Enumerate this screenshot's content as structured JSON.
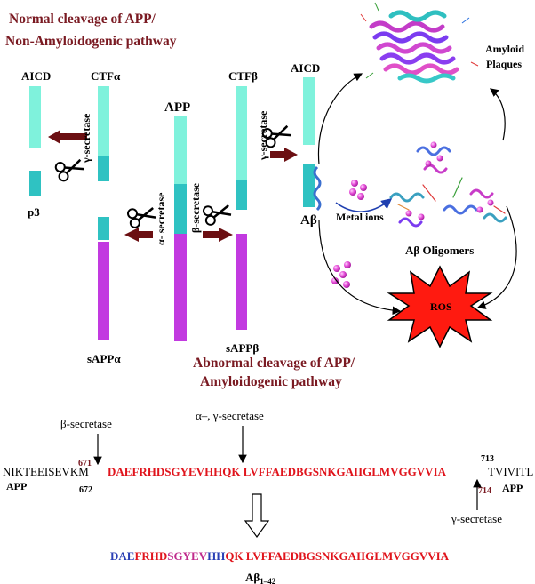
{
  "titles": {
    "normal_line1": "Normal cleavage of APP/",
    "normal_line2": "Non-Amyloidogenic pathway",
    "abnormal_line1": "Abnormal cleavage of APP/",
    "abnormal_line2": "Amyloidogenic pathway"
  },
  "labels": {
    "aicd_left": "AICD",
    "ctf_alpha": "CTFα",
    "p3": "p3",
    "app": "APP",
    "ctf_beta": "CTFβ",
    "aicd_right": "AICD",
    "abeta": "Aβ",
    "sapp_alpha": "sAPPα",
    "sapp_beta": "sAPPβ",
    "gamma_left": "γ-secretase",
    "alpha_sec": "α- secretase",
    "beta_sec": "β-secretase",
    "gamma_right": "γ-secretase",
    "metal_ions": "Metal ions",
    "oligomers": "Aβ Oligomers",
    "plaques_line1": "Amyloid",
    "plaques_line2": "Plaques",
    "ros": "ROS"
  },
  "sequence": {
    "beta_secretase": "β-secretase",
    "alpha_gamma_secretase": "α–, γ-secretase",
    "gamma_secretase": "γ-secretase",
    "left_flank": "NIKTEEISEVKM",
    "left_app": "APP",
    "pos_671": "671",
    "pos_672": "672",
    "main": "DAEFRHDSGYEVHHQK LVFFAEDBGSNKGAIIGLMVGGVVIA",
    "pos_713": "713",
    "pos_714": "714",
    "right_flank": "TVIVITL",
    "right_app": "APP",
    "abeta_blue1": "DAE",
    "abeta_red1": "FRHD",
    "abeta_pink": "SGYEV",
    "abeta_blue2": "HH",
    "abeta_rest": "QK LVFFAEDBGSNKGAIIGLMVGGVVIA",
    "abeta_label": "Aβ",
    "abeta_sub": "1–42"
  },
  "colors": {
    "title": "#7a1a22",
    "cyan_light": "#7ff2dc",
    "teal": "#2fc2c2",
    "magenta": "#c23ae0",
    "arrow_dark": "#6b0f12",
    "sequence_red": "#e0141c",
    "sequence_blue": "#2a3fb5",
    "ros_red": "#ff1a10"
  }
}
